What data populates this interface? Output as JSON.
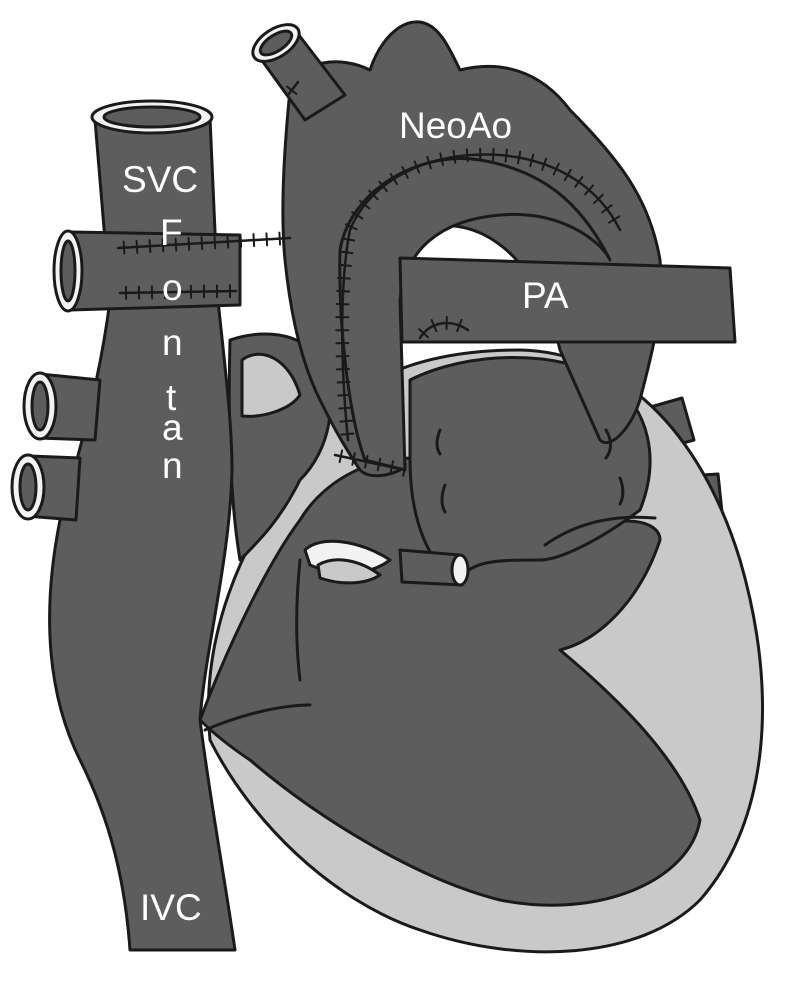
{
  "diagram": {
    "labels": {
      "svc": "SVC",
      "neoao": "NeoAo",
      "pa": "PA",
      "ivc": "IVC",
      "fontan": [
        "F",
        "o",
        "n",
        "t",
        "a",
        "n"
      ]
    },
    "colors": {
      "vessel": "#5d5d5d",
      "myocardium": "#c9c9c9",
      "outline": "#1a1a1a",
      "background": "#ffffff"
    }
  }
}
